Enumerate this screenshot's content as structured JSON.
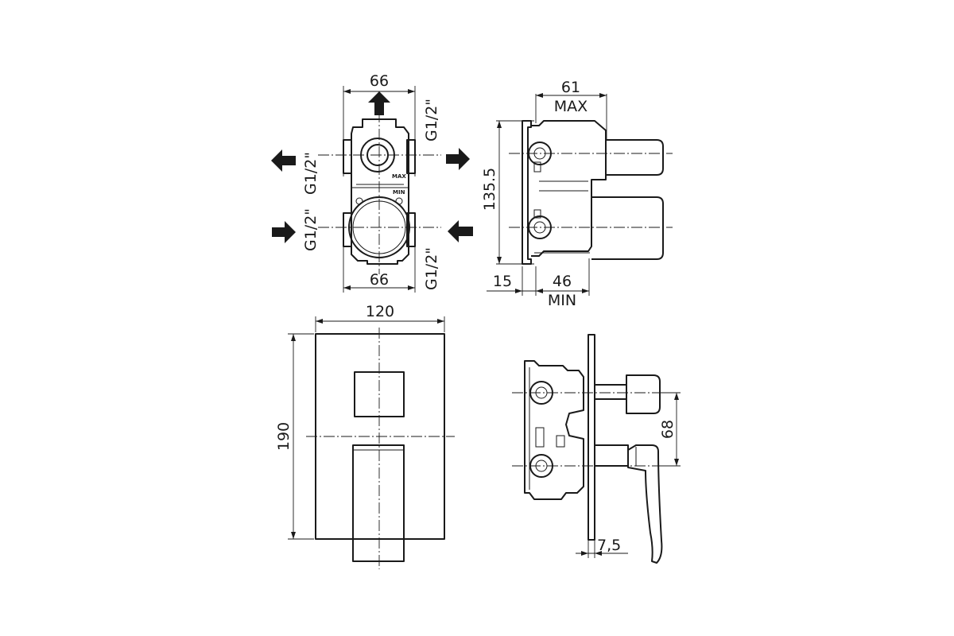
{
  "dimensions": {
    "front_width_top": "66",
    "front_width_bottom": "66",
    "thread_top_right": "G1/2\"",
    "thread_left_upper": "G1/2\"",
    "thread_left_lower": "G1/2\"",
    "thread_bottom_right": "G1/2\"",
    "side_depth_max": "61",
    "max_label": "MAX",
    "side_height": "135.5",
    "side_offset": "15",
    "side_depth_min": "46",
    "min_label": "MIN",
    "plate_width": "120",
    "plate_height": "190",
    "handle_spacing": "68",
    "plate_thickness": "7,5"
  },
  "body_markings": {
    "max": "MAX",
    "min": "MIN"
  },
  "icons": {
    "outlet_arrow": "arrow-icon",
    "inlet_arrow": "arrow-icon"
  },
  "colors": {
    "line": "#1a1a1a",
    "background": "#ffffff"
  }
}
